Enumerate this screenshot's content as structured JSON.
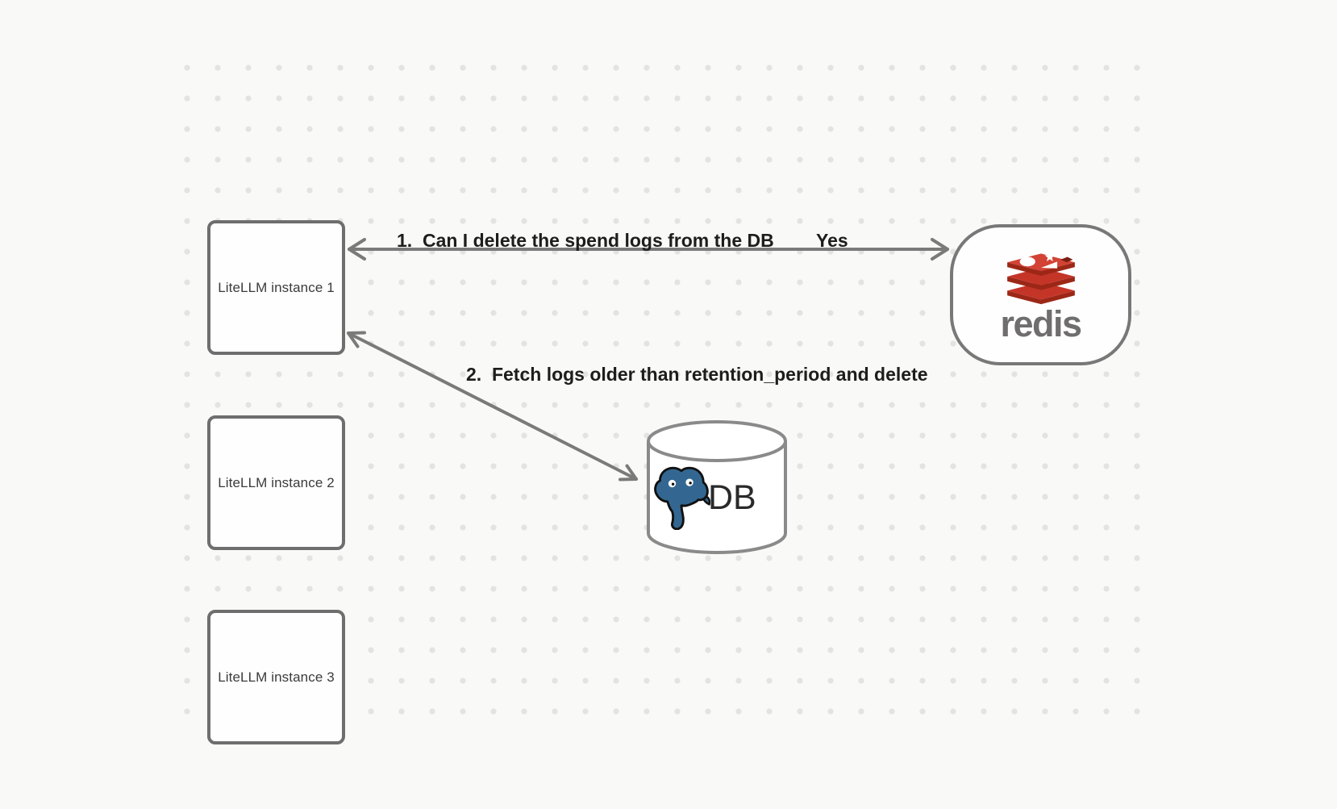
{
  "canvas": {
    "background_color": "#f9f9f7",
    "dot_color": "#e4e3e1",
    "connector_color": "#7a7a7a"
  },
  "nodes": {
    "instances": [
      {
        "label": "LiteLLM instance 1"
      },
      {
        "label": "LiteLLM instance 2"
      },
      {
        "label": "LiteLLM instance 3"
      }
    ],
    "redis": {
      "label": "redis",
      "logo_red": "#cc3a2b",
      "logo_red_dark": "#9c2717",
      "logo_cube_red": "#7c1d12",
      "text_color": "#6f6d6d"
    },
    "db": {
      "label": "DB",
      "elephant_blue": "#336791"
    }
  },
  "arrows": [
    {
      "label": "1.  Can I delete the spend logs from the DB",
      "response": "Yes"
    },
    {
      "label": "2.  Fetch logs older than retention_period and delete"
    }
  ]
}
